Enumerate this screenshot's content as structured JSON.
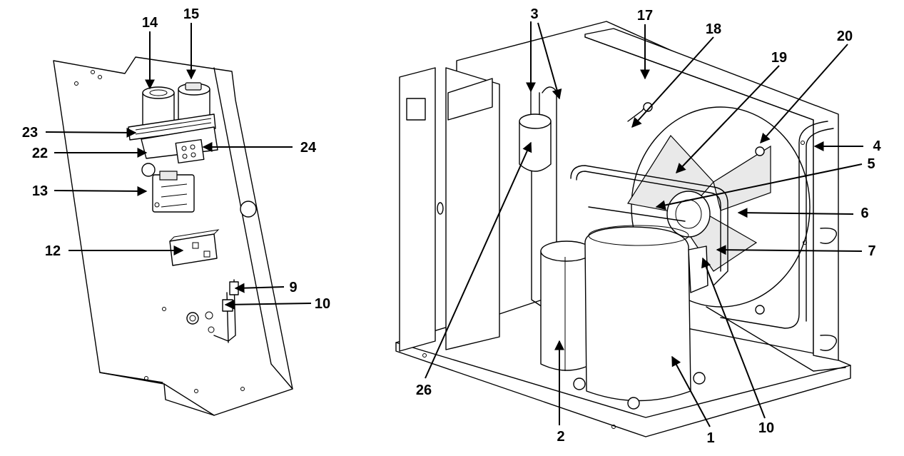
{
  "panel_callouts": [
    {
      "id": "c14",
      "label": "14"
    },
    {
      "id": "c15",
      "label": "15"
    },
    {
      "id": "c23",
      "label": "23"
    },
    {
      "id": "c22",
      "label": "22"
    },
    {
      "id": "c24",
      "label": "24"
    },
    {
      "id": "c13",
      "label": "13"
    },
    {
      "id": "c12",
      "label": "12"
    },
    {
      "id": "c9",
      "label": "9"
    },
    {
      "id": "c10a",
      "label": "10"
    }
  ],
  "unit_callouts": [
    {
      "id": "c3",
      "label": "3"
    },
    {
      "id": "c17",
      "label": "17"
    },
    {
      "id": "c18",
      "label": "18"
    },
    {
      "id": "c19",
      "label": "19"
    },
    {
      "id": "c20",
      "label": "20"
    },
    {
      "id": "c4",
      "label": "4"
    },
    {
      "id": "c5",
      "label": "5"
    },
    {
      "id": "c6",
      "label": "6"
    },
    {
      "id": "c7",
      "label": "7"
    },
    {
      "id": "c26",
      "label": "26"
    },
    {
      "id": "c2",
      "label": "2"
    },
    {
      "id": "c1",
      "label": "1"
    },
    {
      "id": "c10b",
      "label": "10"
    }
  ]
}
